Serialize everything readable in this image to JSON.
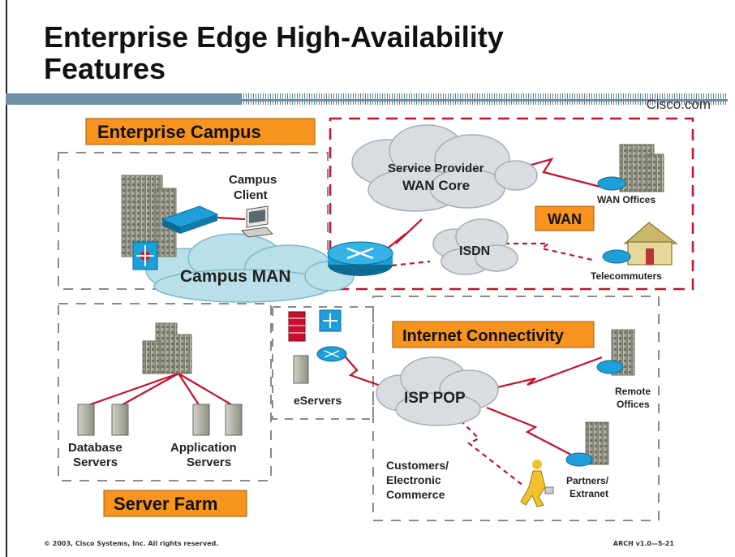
{
  "slide": {
    "title_line1": "Enterprise Edge High-Availability",
    "title_line2": "Features",
    "brand": "Cisco.com",
    "copyright": "© 2003, Cisco Systems, Inc. All rights reserved.",
    "course_code": "ARCH v1.0—5-21"
  },
  "diagram": {
    "sections": {
      "campus": "Enterprise Campus",
      "wan": "WAN",
      "internet": "Internet Connectivity",
      "server_farm": "Server Farm"
    },
    "clouds": {
      "sp_line1": "Service Provider",
      "sp_line2": "WAN Core",
      "isdn": "ISDN",
      "campus_man": "Campus MAN",
      "isp_pop": "ISP POP"
    },
    "labels": {
      "campus_client_1": "Campus",
      "campus_client_2": "Client",
      "wan_offices": "WAN Offices",
      "telecommuters": "Telecommuters",
      "eservers": "eServers",
      "remote_1": "Remote",
      "remote_2": "Offices",
      "partners_1": "Partners/",
      "partners_2": "Extranet",
      "customers_1": "Customers/",
      "customers_2": "Electronic",
      "customers_3": "Commerce",
      "db_1": "Database",
      "db_2": "Servers",
      "app_1": "Application",
      "app_2": "Servers"
    },
    "colors": {
      "section_label_bg": "#f7941d",
      "wan_border": "#c8102e",
      "link": "#c8102e",
      "cloud": "#d9dde2",
      "man_cloud": "#b9dfe9",
      "router": "#1d9fd9"
    }
  }
}
